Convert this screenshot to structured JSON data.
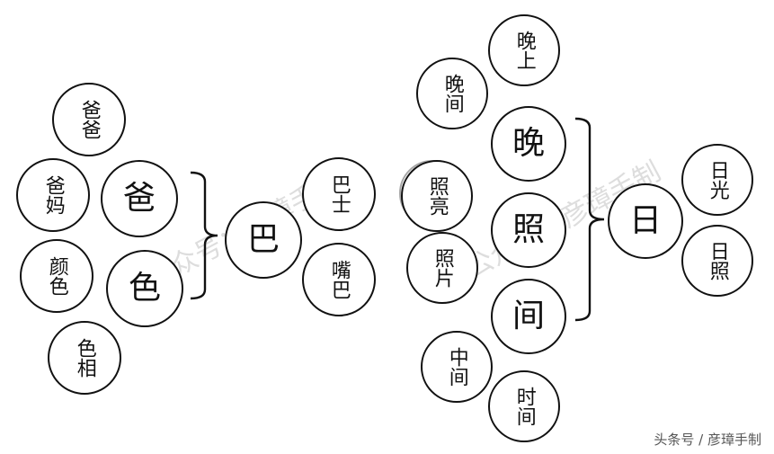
{
  "left_group": {
    "center": "巴",
    "heads": [
      "爸",
      "色"
    ],
    "words_ba": [
      "爸爸",
      "爸妈"
    ],
    "words_se": [
      "颜色",
      "色相"
    ],
    "words_center": [
      "巴士",
      "嘴巴"
    ]
  },
  "right_group": {
    "center": "日",
    "heads": [
      "晚",
      "照",
      "间"
    ],
    "words_wan": [
      "晚上",
      "晚间"
    ],
    "words_zhao": [
      "照亮",
      "照片"
    ],
    "words_jian": [
      "中间",
      "时间"
    ],
    "words_center": [
      "日光",
      "日照"
    ]
  },
  "watermark": "公众号：彦璋手制",
  "credit": "头条号 / 彦璋手制"
}
